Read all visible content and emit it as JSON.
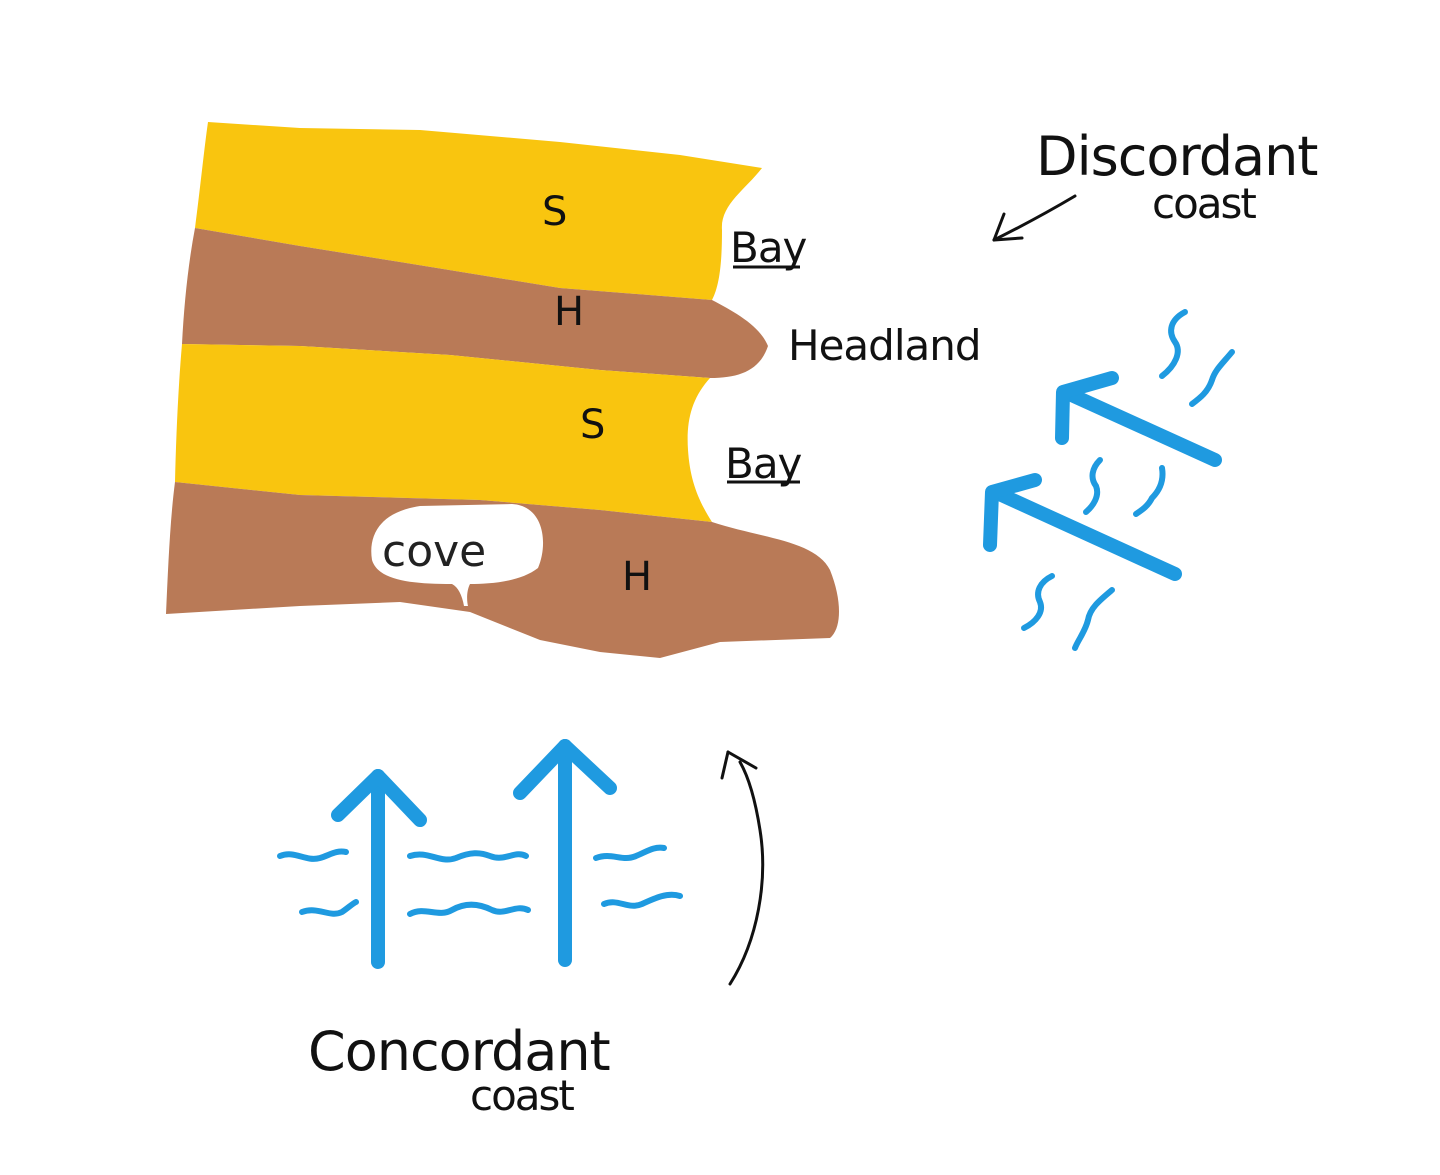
{
  "colors": {
    "soft_rock": "#F9C50F",
    "hard_rock": "#B97A57",
    "wave": "#1F9AE0",
    "ink": "#111111",
    "background": "#FFFFFF"
  },
  "rock_labels": {
    "soft_top": "S",
    "hard_top": "H",
    "soft_bottom": "S",
    "hard_bottom": "H"
  },
  "feature_labels": {
    "bay_top": "Bay",
    "headland": "Headland",
    "bay_bottom": "Bay",
    "cave": "cove"
  },
  "discordant": {
    "title": "Discordant",
    "subtitle": "coast"
  },
  "concordant": {
    "title": "Concordant",
    "subtitle": "coast"
  },
  "icons": {
    "wave_arrow": "arrow-icon",
    "wave_squiggle": "wave-icon",
    "pointer": "pointer-arrow-icon"
  }
}
